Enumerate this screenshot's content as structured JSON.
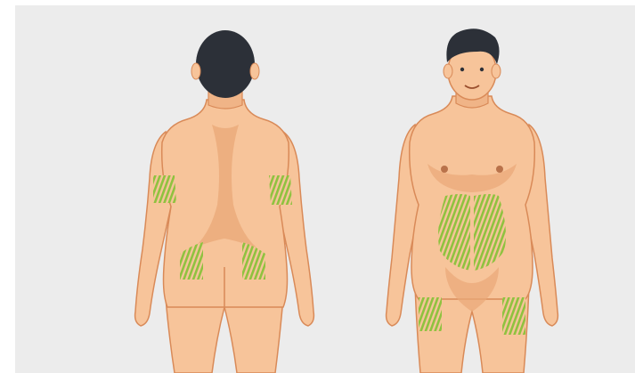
{
  "figure": {
    "views": [
      "back",
      "front"
    ],
    "highlight_color": "#8fc23f",
    "skin_color": "#f7c49a",
    "shade_color": "#eaa877",
    "outline_color": "#d98a58",
    "hair_color": "#2c3038",
    "background_color": "#ececec",
    "injection_sites": {
      "back": [
        "left-upper-arm",
        "right-upper-arm",
        "left-buttock",
        "right-buttock"
      ],
      "front": [
        "left-abdomen",
        "right-abdomen",
        "left-thigh",
        "right-thigh"
      ]
    }
  }
}
